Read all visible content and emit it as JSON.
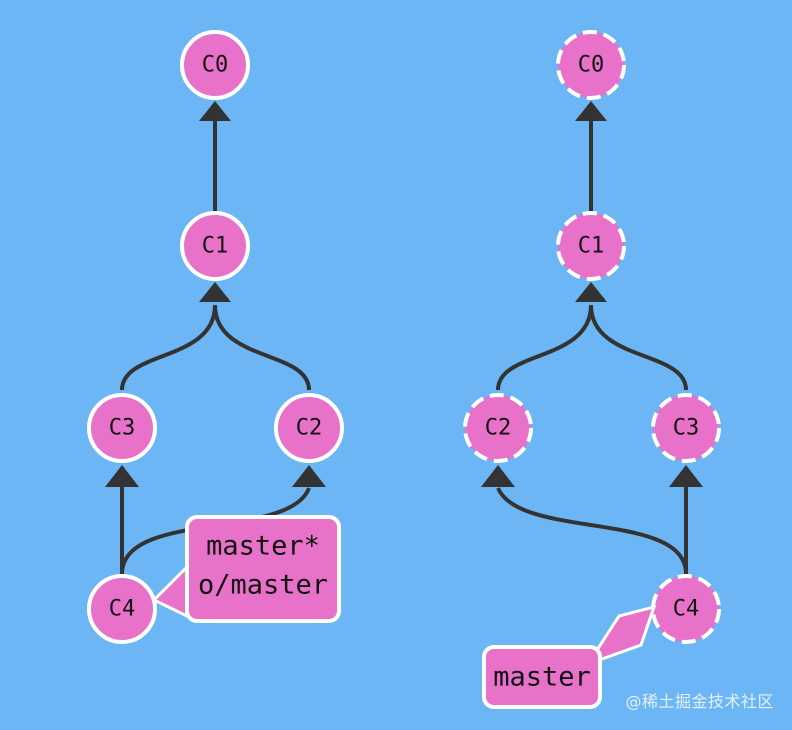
{
  "colors": {
    "background": "#6db6f5",
    "node_fill": "#e871c9",
    "node_stroke": "#ffffff",
    "edge": "#333333"
  },
  "left_graph": {
    "nodes": {
      "c0": "C0",
      "c1": "C1",
      "c3": "C3",
      "c2": "C2",
      "c4": "C4"
    },
    "branch_label": {
      "line1": "master*",
      "line2": "o/master"
    }
  },
  "right_graph": {
    "nodes": {
      "c0": "C0",
      "c1": "C1",
      "c2": "C2",
      "c3": "C3",
      "c4": "C4"
    },
    "branch_label": "master"
  },
  "watermark": "@稀土掘金技术社区"
}
